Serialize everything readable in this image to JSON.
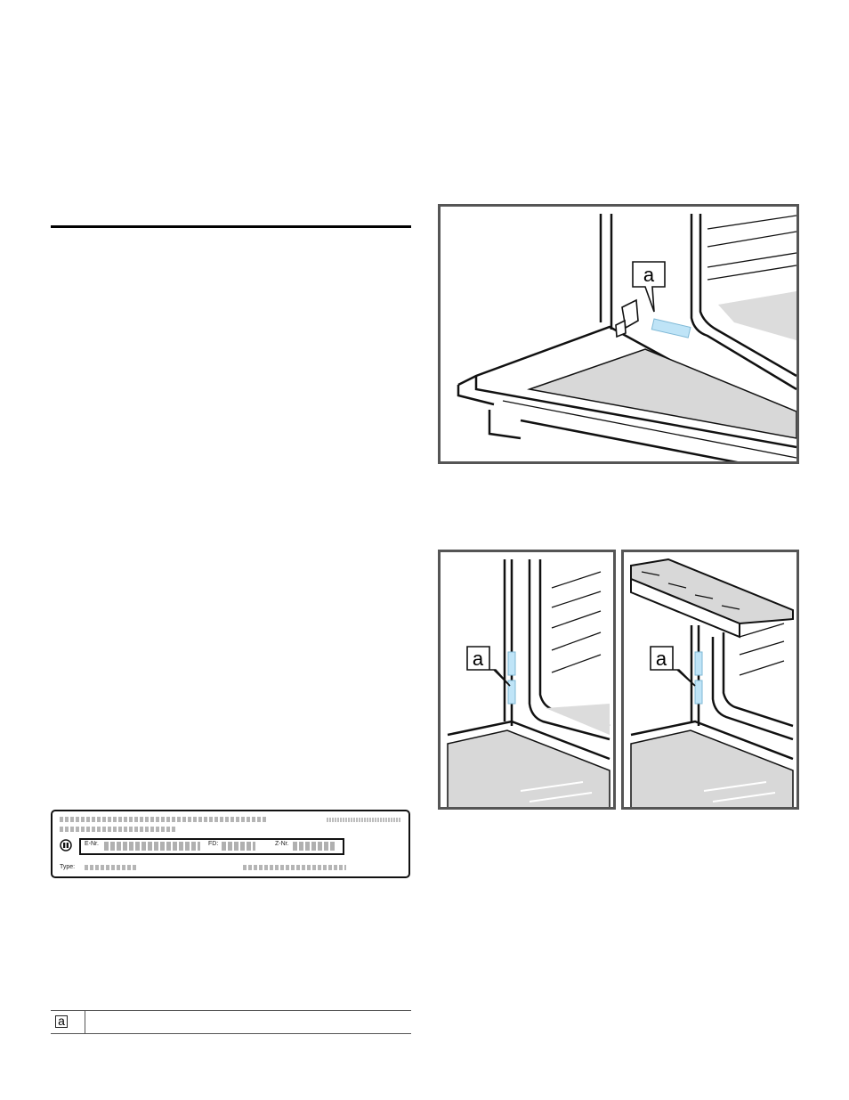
{
  "figures": {
    "top": {
      "callout": "a"
    },
    "bottom_left": {
      "callout": "a"
    },
    "bottom_right": {
      "callout": "a"
    }
  },
  "nameplate": {
    "enr_label": "E-Nr.",
    "fd_label": "FD:",
    "znr_label": "Z-Nr.",
    "type_label": "Type:"
  },
  "legend": {
    "key": "a",
    "text": ""
  },
  "colors": {
    "label_highlight": "#bfe4f7",
    "frame": "#555555"
  }
}
